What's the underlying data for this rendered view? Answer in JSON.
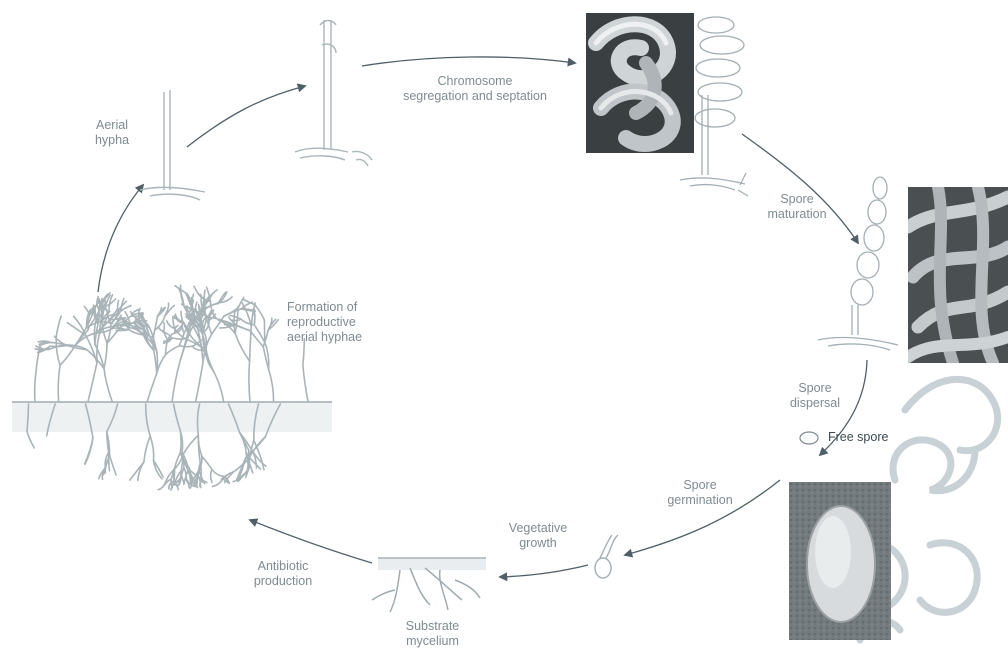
{
  "labels": {
    "aerial_hypha": "Aerial\nhypha",
    "chromosome": "Chromosome\nsegregation and septation",
    "spore_maturation": "Spore\nmaturation",
    "formation": "Formation of\nreproductive\naerial hyphae",
    "spore_dispersal": "Spore\ndispersal",
    "free_spore": "Free spore",
    "spore_germination": "Spore\ngermination",
    "vegetative_growth": "Vegetative\ngrowth",
    "antibiotic_production": "Antibiotic\nproduction",
    "substrate_mycelium": "Substrate\nmycelium"
  },
  "colors": {
    "arrow": "#4f5f68",
    "label": "#7f8b91",
    "hypha_stroke": "#9aa7ad",
    "hypha_fill": "#f1f4f5",
    "watermark": "#b6c2c8",
    "micrograph_dark": "#3a3f42",
    "micrograph_light": "#d7dbdd"
  },
  "icons": [
    "cycle-arrow-icon",
    "micrograph-image",
    "hypha-drawing",
    "watermark-logo"
  ]
}
